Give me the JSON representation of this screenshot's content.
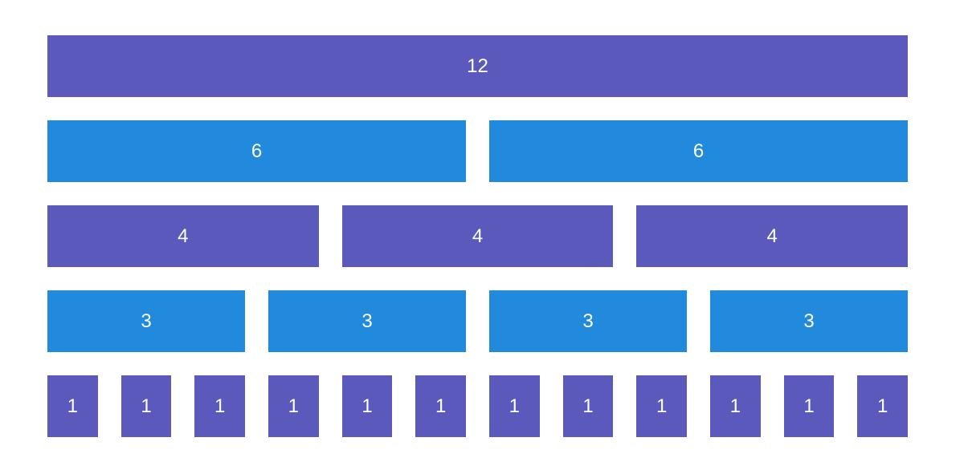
{
  "colors": {
    "purple": "#5b59bc",
    "blue": "#228adc",
    "text": "#ffffff",
    "background": "#ffffff"
  },
  "rows": [
    {
      "color": "purple",
      "cells": [
        "12"
      ]
    },
    {
      "color": "blue",
      "cells": [
        "6",
        "6"
      ]
    },
    {
      "color": "purple",
      "cells": [
        "4",
        "4",
        "4"
      ]
    },
    {
      "color": "blue",
      "cells": [
        "3",
        "3",
        "3",
        "3"
      ]
    },
    {
      "color": "purple",
      "cells": [
        "1",
        "1",
        "1",
        "1",
        "1",
        "1",
        "1",
        "1",
        "1",
        "1",
        "1",
        "1"
      ]
    }
  ]
}
